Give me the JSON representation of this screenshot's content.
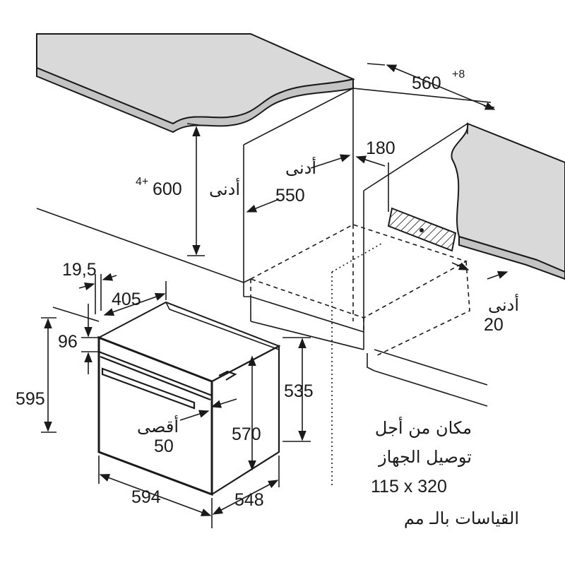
{
  "labels": {
    "d_560": "560",
    "d_560_tol": "+8",
    "d_600": "600",
    "d_600_tol": "4+",
    "min_word": "أدنى",
    "d_550": "550",
    "d_180": "180",
    "d_20": "20",
    "d_19_5": "19,5",
    "d_405": "405",
    "d_96": "96",
    "d_595": "595",
    "d_535": "535",
    "d_570": "570",
    "max_word": "أقصى",
    "d_50": "50",
    "d_594": "594",
    "d_548": "548"
  },
  "note": {
    "line1": "مكان من أجل",
    "line2": "توصيل الجهاز",
    "line3": "115 x 320",
    "line4": "القياسات بالـ مم"
  }
}
